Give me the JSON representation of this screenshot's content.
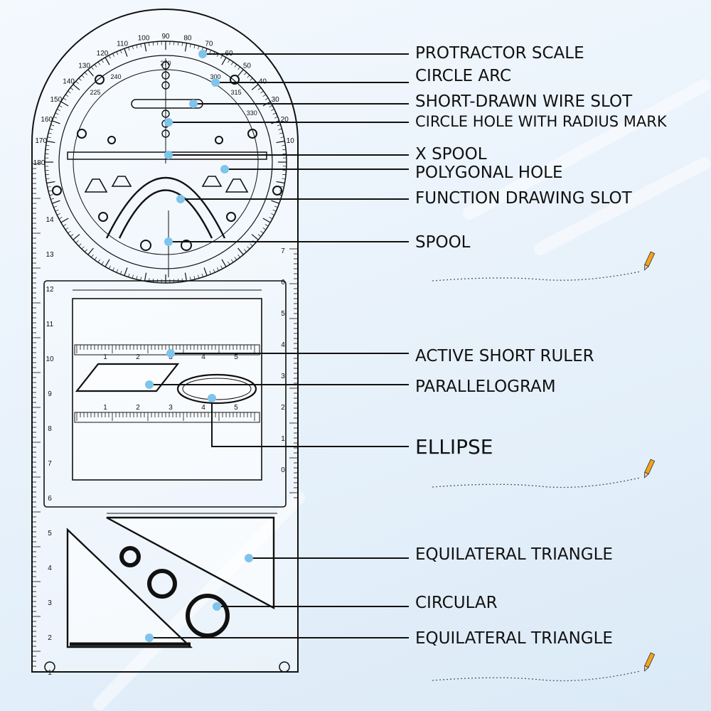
{
  "callouts": [
    {
      "id": "protractor",
      "label": "PROTRACTOR SCALE"
    },
    {
      "id": "circle-arc",
      "label": "CIRCLE ARC"
    },
    {
      "id": "wire-slot",
      "label": "SHORT-DRAWN WIRE SLOT"
    },
    {
      "id": "radius-hole",
      "label": "CIRCLE HOLE WITH RADIUS MARK"
    },
    {
      "id": "x-spool",
      "label": "X SPOOL"
    },
    {
      "id": "polygonal-hole",
      "label": "POLYGONAL HOLE"
    },
    {
      "id": "function-slot",
      "label": "FUNCTION DRAWING SLOT"
    },
    {
      "id": "spool",
      "label": "SPOOL"
    },
    {
      "id": "short-ruler",
      "label": "ACTIVE SHORT RULER"
    },
    {
      "id": "parallelogram",
      "label": "PARALLELOGRAM"
    },
    {
      "id": "ellipse",
      "label": "ELLIPSE"
    },
    {
      "id": "equilateral-1",
      "label": "EQUILATERAL TRIANGLE"
    },
    {
      "id": "circular",
      "label": "CIRCULAR"
    },
    {
      "id": "equilateral-2",
      "label": "EQUILATERAL TRIANGLE"
    }
  ],
  "protractor_labels": [
    "10",
    "20",
    "30",
    "40",
    "50",
    "60",
    "70",
    "80",
    "90",
    "100",
    "110",
    "120",
    "130",
    "140",
    "150",
    "160",
    "170",
    "180",
    "330",
    "315",
    "300",
    "270",
    "240",
    "225",
    "180"
  ],
  "left_scale_labels": [
    "14",
    "13",
    "12",
    "11",
    "10",
    "9",
    "8",
    "7",
    "6",
    "5",
    "4",
    "3",
    "2",
    "1"
  ],
  "right_scale_labels": [
    "7",
    "6",
    "5",
    "4",
    "3",
    "2",
    "1",
    "0"
  ],
  "short_ruler_labels": [
    "1",
    "2",
    "3",
    "4",
    "5"
  ],
  "colors": {
    "dot": "#7fc4ea",
    "line": "#111111",
    "background": "#eaf3fb",
    "pencil": "#f2a31d"
  },
  "icons": [
    "pencil-icon",
    "pencil-icon",
    "pencil-icon"
  ]
}
